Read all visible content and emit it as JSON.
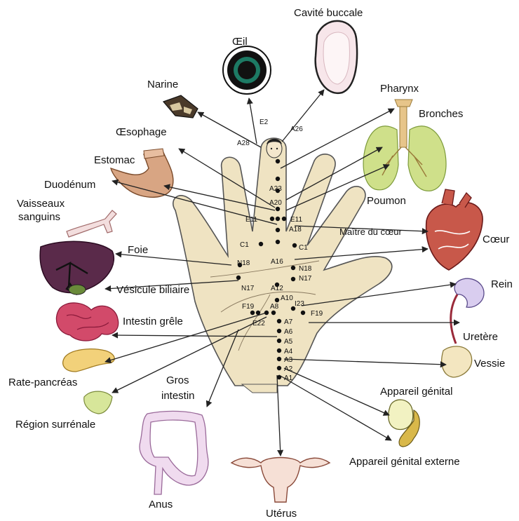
{
  "organs": {
    "oeil": "Œil",
    "cavite_buccale": "Cavité buccale",
    "narine": "Narine",
    "pharynx": "Pharynx",
    "bronches": "Bronches",
    "oesophage": "Œsophage",
    "estomac": "Estomac",
    "duodenum": "Duodénum",
    "vaisseaux_line1": "Vaisseaux",
    "vaisseaux_line2": "sanguins",
    "poumon": "Poumon",
    "maitre_coeur": "Maître du cœur",
    "coeur": "Cœur",
    "foie": "Foie",
    "vesicule": "Vésicule biliaire",
    "rein": "Rein",
    "intestin_grele": "Intestin grêle",
    "uretere": "Uretère",
    "vessie": "Vessie",
    "rate_pancreas": "Rate-pancréas",
    "gros_intestin_line1": "Gros",
    "gros_intestin_line2": "intestin",
    "appareil_genital": "Appareil génital",
    "region_surrenale": "Région surrénale",
    "appareil_genital_externe": "Appareil génital externe",
    "anus": "Anus",
    "uterus": "Utérus"
  },
  "points": {
    "a28": "A28",
    "e2": "E2",
    "a26": "A26",
    "a23": "A23",
    "a20": "A20",
    "e11_left": "E11",
    "e11_right": "E11",
    "a18": "A18",
    "c1_left": "C1",
    "c1_right": "C1",
    "a16": "A16",
    "n18_left": "N18",
    "n18_right": "N18",
    "n17_left": "N17",
    "n17_right": "N17",
    "a12": "A12",
    "a10": "A10",
    "f19_left": "F19",
    "f19_right": "F19",
    "a8": "A8",
    "i23": "I23",
    "e22": "E22",
    "a7": "A7",
    "a6": "A6",
    "a5": "A5",
    "a4": "A4",
    "a3": "A3",
    "a2": "A2",
    "a1": "A1"
  }
}
